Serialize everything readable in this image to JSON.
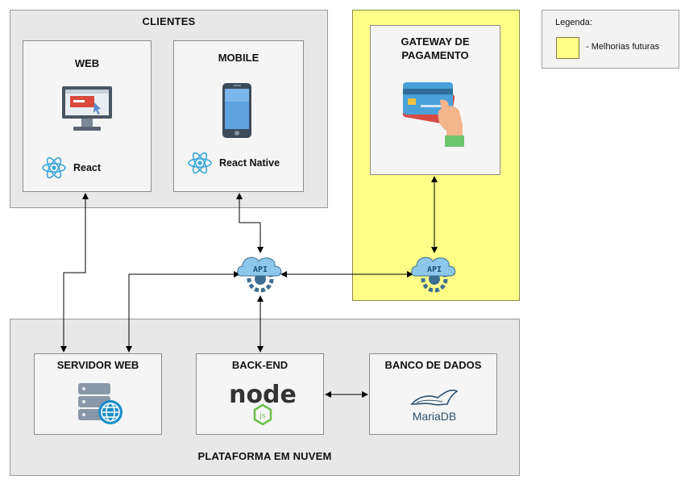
{
  "groups": {
    "clients": "CLIENTES",
    "cloud": "PLATAFORMA EM NUVEM"
  },
  "cards": {
    "web": {
      "title": "WEB",
      "tech": "React"
    },
    "mobile": {
      "title": "MOBILE",
      "tech": "React Native"
    },
    "gateway": {
      "title_line1": "GATEWAY DE",
      "title_line2": "PAGAMENTO"
    },
    "webserver": {
      "title": "SERVIDOR WEB"
    },
    "backend": {
      "title": "BACK-END"
    },
    "database": {
      "title": "BANCO DE DADOS"
    }
  },
  "api_nodes": {
    "label": "API"
  },
  "logos": {
    "mariadb": "MariaDB",
    "node": "node",
    "js": "js"
  },
  "legend": {
    "title": "Legenda:",
    "future_label": "- Melhorias futuras",
    "future_color": "#ffff88"
  },
  "colors": {
    "group_bg": "#e8e8e8",
    "card_bg": "#f5f5f5",
    "react": "#3aa6d8",
    "api_cloud": "#8ec7ec",
    "gear": "#3c6e91"
  }
}
